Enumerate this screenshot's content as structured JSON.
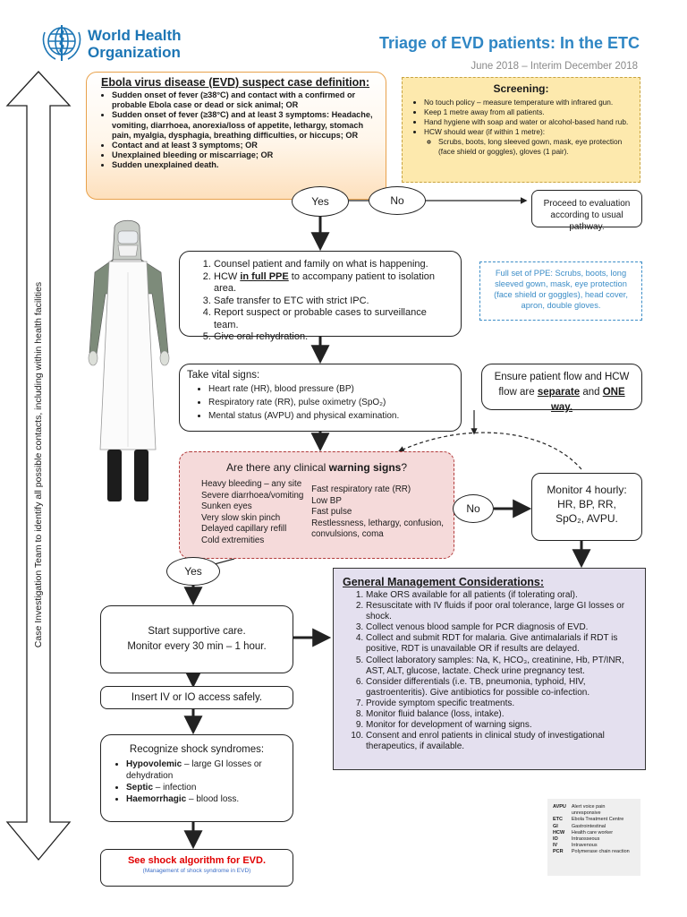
{
  "header": {
    "org_name_line1": "World Health",
    "org_name_line2": "Organization",
    "title": "Triage of EVD patients: In the ETC",
    "date": "June 2018 – Interim December 2018"
  },
  "side_label": "Case Investigation Team to identify all possible contacts, including within health facilities",
  "suspect": {
    "title": "Ebola virus disease (EVD) suspect case definition:",
    "items": [
      "Sudden onset of fever (≥38°C) and contact with a confirmed or probable Ebola case or dead or sick animal; OR",
      "Sudden onset of fever (≥38°C) and at least 3 symptoms: Headache, vomiting, diarrhoea, anorexia/loss of appetite, lethargy, stomach pain, myalgia, dysphagia, breathing difficulties, or hiccups; OR",
      "Contact and at least 3 symptoms; OR",
      "Unexplained bleeding or miscarriage; OR",
      "Sudden unexplained death."
    ]
  },
  "screening": {
    "title": "Screening:",
    "items": [
      "No touch policy – measure temperature with infrared gun.",
      "Keep 1 metre away from all patients.",
      "Hand hygiene with soap and water or alcohol-based hand rub.",
      "HCW should wear (if within 1 metre):"
    ],
    "sub_item": "Scrubs, boots, long sleeved gown, mask, eye protection (face shield or goggles), gloves (1 pair)."
  },
  "yes_label": "Yes",
  "no_label": "No",
  "proceed": "Proceed to evaluation according to usual pathway.",
  "counsel": {
    "items": [
      "Counsel patient and family on what is happening.",
      "HCW in full PPE to accompany patient to isolation area.",
      "Safe transfer to ETC with strict IPC.",
      "Report suspect or probable cases to surveillance team.",
      "Give oral rehydration."
    ]
  },
  "ppe_note": "Full set of PPE: Scrubs, boots, long sleeved gown, mask, eye protection (face shield or goggles), head cover, apron, double gloves.",
  "vitals": {
    "title": "Take vital signs:",
    "items": [
      "Heart rate (HR), blood pressure (BP)",
      "Respiratory rate (RR), pulse oximetry (SpO₂)",
      "Mental status (AVPU) and physical examination."
    ]
  },
  "flow": {
    "line1": "Ensure patient flow and HCW",
    "line2_pre": "flow are ",
    "separate": "separate",
    "and": " and ",
    "one_way": "ONE way."
  },
  "warning": {
    "title_pre": "Are there any clinical ",
    "title_bold": "warning signs",
    "title_post": "?",
    "left": [
      "Heavy bleeding – any site",
      "Severe diarrhoea/vomiting",
      "Sunken eyes",
      "Very slow skin pinch",
      "Delayed capillary refill",
      "Cold extremities"
    ],
    "right": [
      "Fast respiratory rate (RR)",
      "Low BP",
      "Fast pulse",
      "Restlessness, lethargy, confusion,",
      "convulsions, coma"
    ]
  },
  "monitor": {
    "line1": "Monitor 4 hourly:",
    "line2": "HR, BP, RR,",
    "line3": "SpO₂, AVPU."
  },
  "supportive": {
    "line1": "Start supportive care.",
    "line2": "Monitor every 30 min – 1 hour."
  },
  "iv": "Insert IV or IO access safely.",
  "shock": {
    "title": "Recognize shock syndromes:",
    "items": [
      {
        "bold": "Hypovolemic",
        "text": " – large GI losses or dehydration"
      },
      {
        "bold": "Septic",
        "text": " – infection"
      },
      {
        "bold": "Haemorrhagic",
        "text": " – blood loss."
      }
    ]
  },
  "shock_algo": {
    "title": "See shock algorithm for EVD.",
    "note": "(Management of shock syndrome in EVD)"
  },
  "general": {
    "title": "General Management Considerations:",
    "items": [
      "Make ORS available for all patients (if tolerating oral).",
      "Resuscitate with IV fluids if poor oral tolerance, large GI losses or shock.",
      "Collect venous blood sample for PCR diagnosis of EVD.",
      "Collect and submit RDT for malaria. Give antimalarials if RDT is positive, RDT is unavailable OR if results are delayed.",
      "Collect laboratory samples: Na, K, HCO₃, creatinine, Hb, PT/INR, AST, ALT, glucose, lactate. Check urine pregnancy test.",
      "Consider differentials (i.e. TB, pneumonia, typhoid, HIV, gastroenteritis). Give antibiotics for possible co-infection.",
      "Provide symptom specific treatments.",
      "Monitor fluid balance (loss, intake).",
      "Monitor for development of warning signs.",
      "Consent and enrol patients in clinical study of investigational therapeutics, if available."
    ]
  },
  "abbreviations": [
    {
      "abbr": "AVPU",
      "meaning": "Alert voice pain unresponsive"
    },
    {
      "abbr": "ETC",
      "meaning": "Ebola Treatment Centre"
    },
    {
      "abbr": "GI",
      "meaning": "Gastrointestinal"
    },
    {
      "abbr": "HCW",
      "meaning": "Health care worker"
    },
    {
      "abbr": "IO",
      "meaning": "Intraosseous"
    },
    {
      "abbr": "IV",
      "meaning": "Intravenous"
    },
    {
      "abbr": "PCR",
      "meaning": "Polymerase chain reaction"
    }
  ],
  "colors": {
    "title_blue": "#2f86c4",
    "evd_border": "#e8a14b",
    "screening_bg": "#fde9ad",
    "warning_bg": "#f5dada",
    "general_bg": "#e4e0ef",
    "shock_red": "#e00000",
    "ppe_blue": "#3c8dc7"
  },
  "icons": [
    "who-logo-icon",
    "ppe-health-worker-figure"
  ]
}
